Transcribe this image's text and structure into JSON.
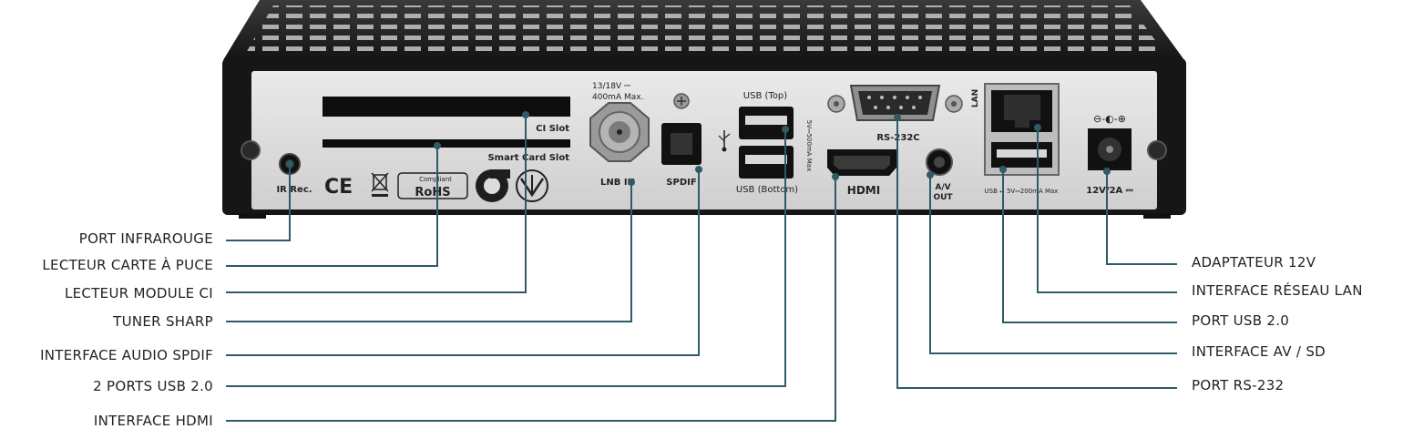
{
  "device": {
    "port_labels": {
      "ci_slot": "CI Slot",
      "smart_card_slot": "Smart Card Slot",
      "ir_rec": "IR Rec.",
      "lnb_spec_voltage": "13/18V ⎓",
      "lnb_spec_current": "400mA Max.",
      "lnb_in": "LNB IN",
      "spdif": "SPDIF",
      "usb_top": "USB (Top)",
      "usb_bottom": "USB (Bottom)",
      "usb_power": "5V⎓500mA Max",
      "rs232": "RS-232C",
      "hdmi": "HDMI",
      "av_out_1": "A/V",
      "av_out_2": "OUT",
      "lan": "LAN",
      "usb_lan": "USB ⭠ 5V⎓200mA Max",
      "power_polarity": "⊖-◐-⊕",
      "power": "12V/2A ⎓",
      "rohs_small": "Compliant",
      "rohs": "RoHS",
      "ce": "CE"
    }
  },
  "callouts": {
    "left": [
      "PORT INFRAROUGE",
      "LECTEUR CARTE À PUCE",
      "LECTEUR MODULE CI",
      "TUNER SHARP",
      "INTERFACE AUDIO SPDIF",
      "2 PORTS USB 2.0",
      "INTERFACE HDMI"
    ],
    "right": [
      "ADAPTATEUR 12V",
      "INTERFACE RÉSEAU LAN",
      "PORT USB 2.0",
      "INTERFACE AV / SD",
      "PORT RS-232"
    ]
  },
  "colors": {
    "leader": "#2f5a68",
    "casing": "#1b1b1b",
    "panel": "#dcdcdc",
    "text": "#222222"
  }
}
